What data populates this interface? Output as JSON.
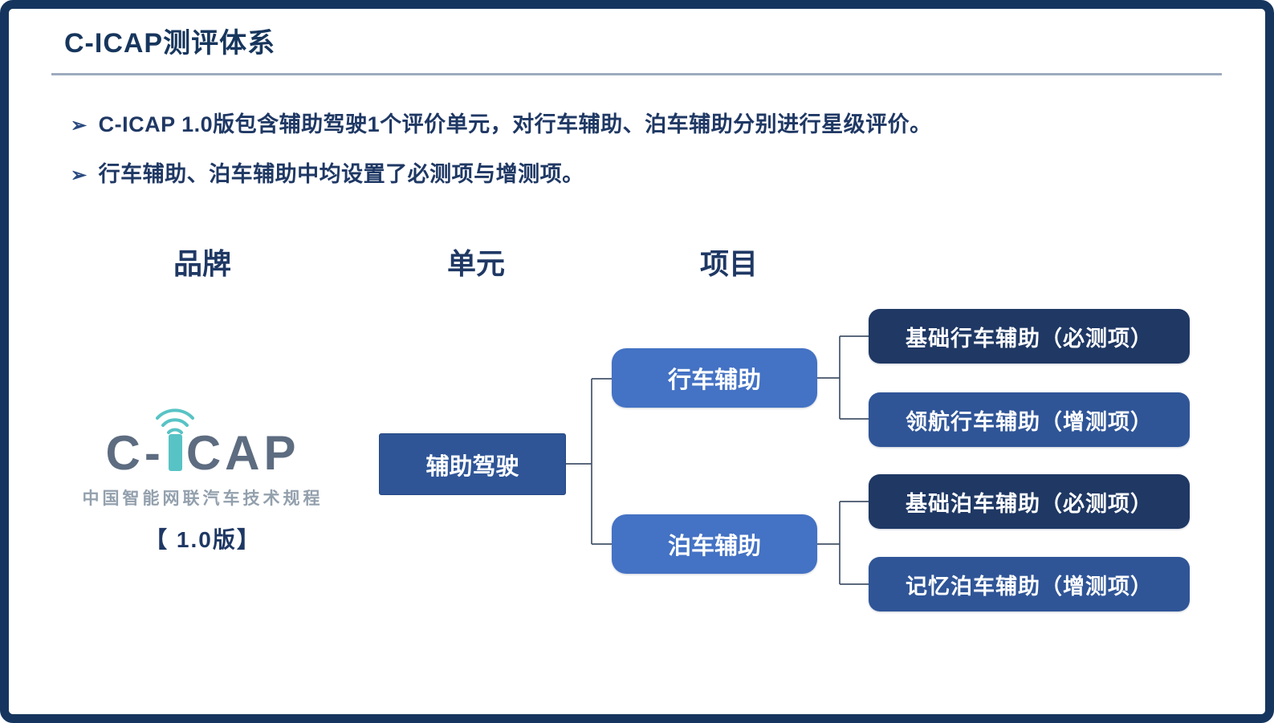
{
  "page": {
    "title": "C-ICAP测评体系",
    "bullet_marker": "➢",
    "bullets": [
      "C-ICAP 1.0版包含辅助驾驶1个评价单元，对行车辅助、泊车辅助分别进行星级评价。",
      "行车辅助、泊车辅助中均设置了必测项与增测项。"
    ]
  },
  "columns": {
    "brand": "品牌",
    "unit": "单元",
    "project": "项目"
  },
  "brand": {
    "logo_prefix": "C-",
    "logo_suffix": "CAP",
    "logo_subtitle": "中国智能网联汽车技术规程",
    "version": "【 1.0版】"
  },
  "tree": {
    "unit_node": {
      "label": "辅助驾驶"
    },
    "project_nodes": [
      {
        "label": "行车辅助"
      },
      {
        "label": "泊车辅助"
      }
    ],
    "leaf_nodes": [
      {
        "label": "基础行车辅助（必测项）",
        "type": "必测项"
      },
      {
        "label": "领航行车辅助（增测项）",
        "type": "增测项"
      },
      {
        "label": "基础泊车辅助（必测项）",
        "type": "必测项"
      },
      {
        "label": "记忆泊车辅助（增测项）",
        "type": "增测项"
      }
    ]
  },
  "colors": {
    "frame_navy": "#16355e",
    "dark_navy": "#1f3864",
    "medium_blue": "#2f5597",
    "light_blue": "#4472c4",
    "logo_gray": "#5d6c80",
    "logo_teal": "#58c3c5",
    "connector": "#44546a"
  }
}
